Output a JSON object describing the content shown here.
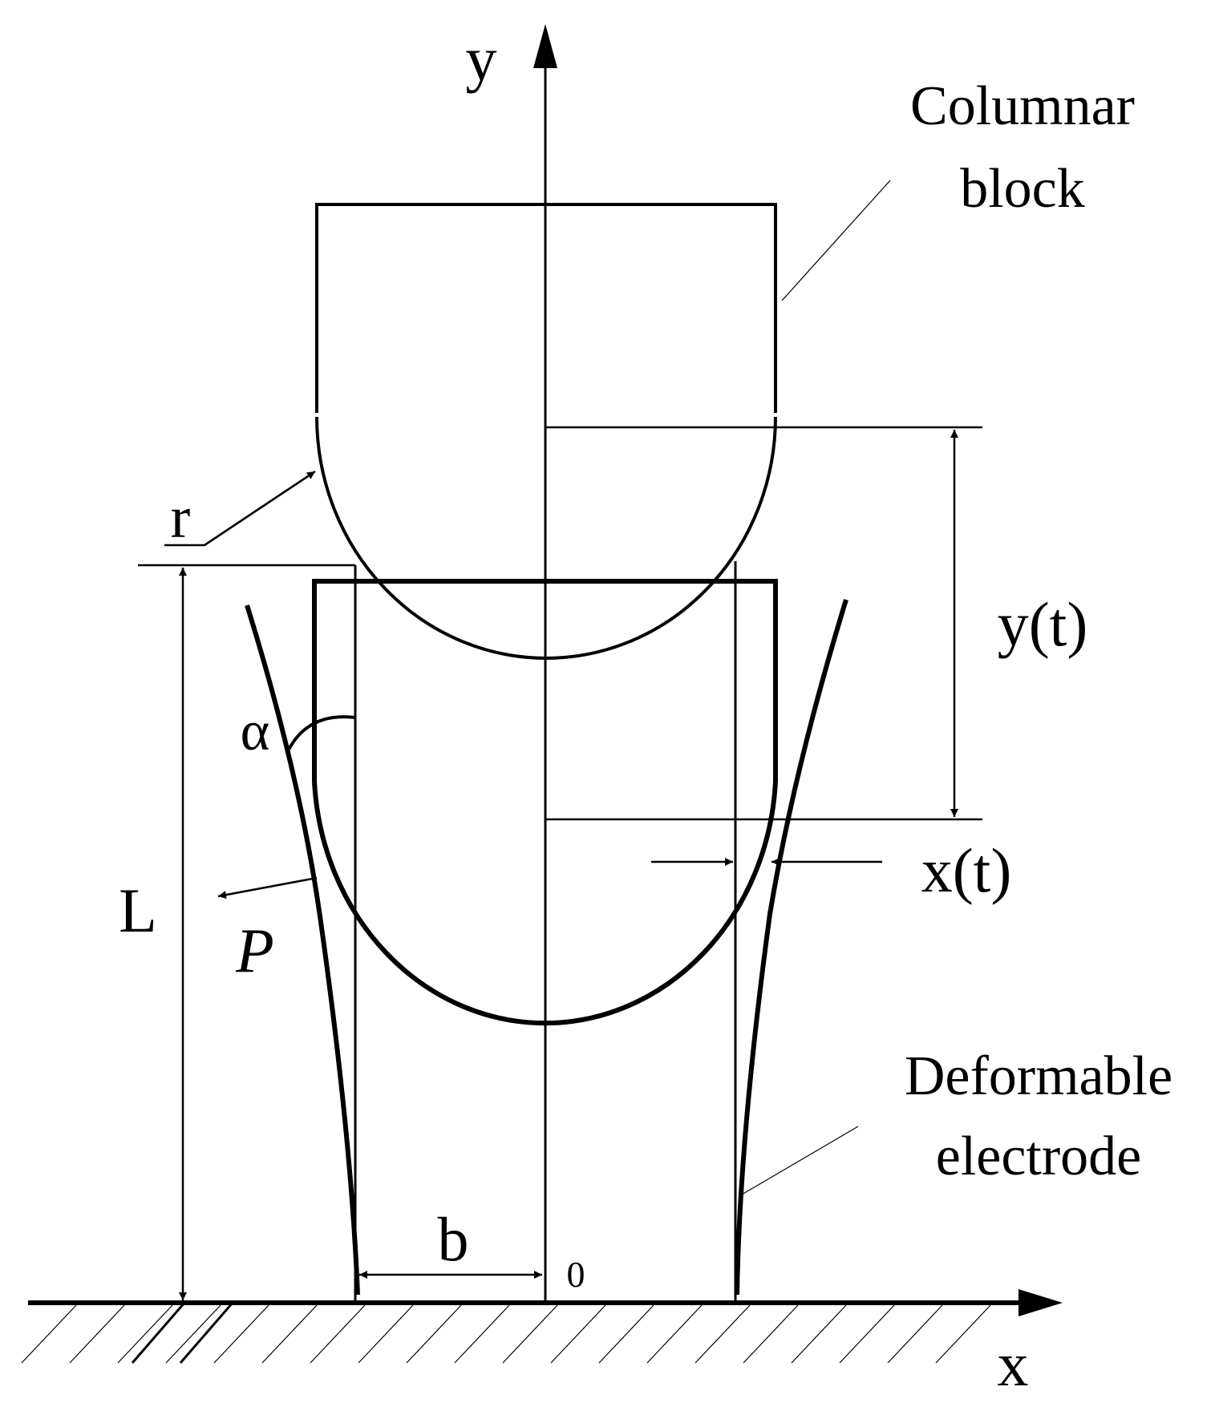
{
  "labels": {
    "axis_y": "y",
    "axis_x": "x",
    "origin": "0",
    "columnar_block_line1": "Columnar",
    "columnar_block_line2": "block",
    "deformable_electrode_line1": "Deformable",
    "deformable_electrode_line2": "electrode",
    "radius": "r",
    "length": "L",
    "angle": "α",
    "force": "P",
    "half_width": "b",
    "displacement_y": "y(t)",
    "displacement_x": "x(t)"
  },
  "colors": {
    "ink": "#000000",
    "background": "#ffffff"
  }
}
